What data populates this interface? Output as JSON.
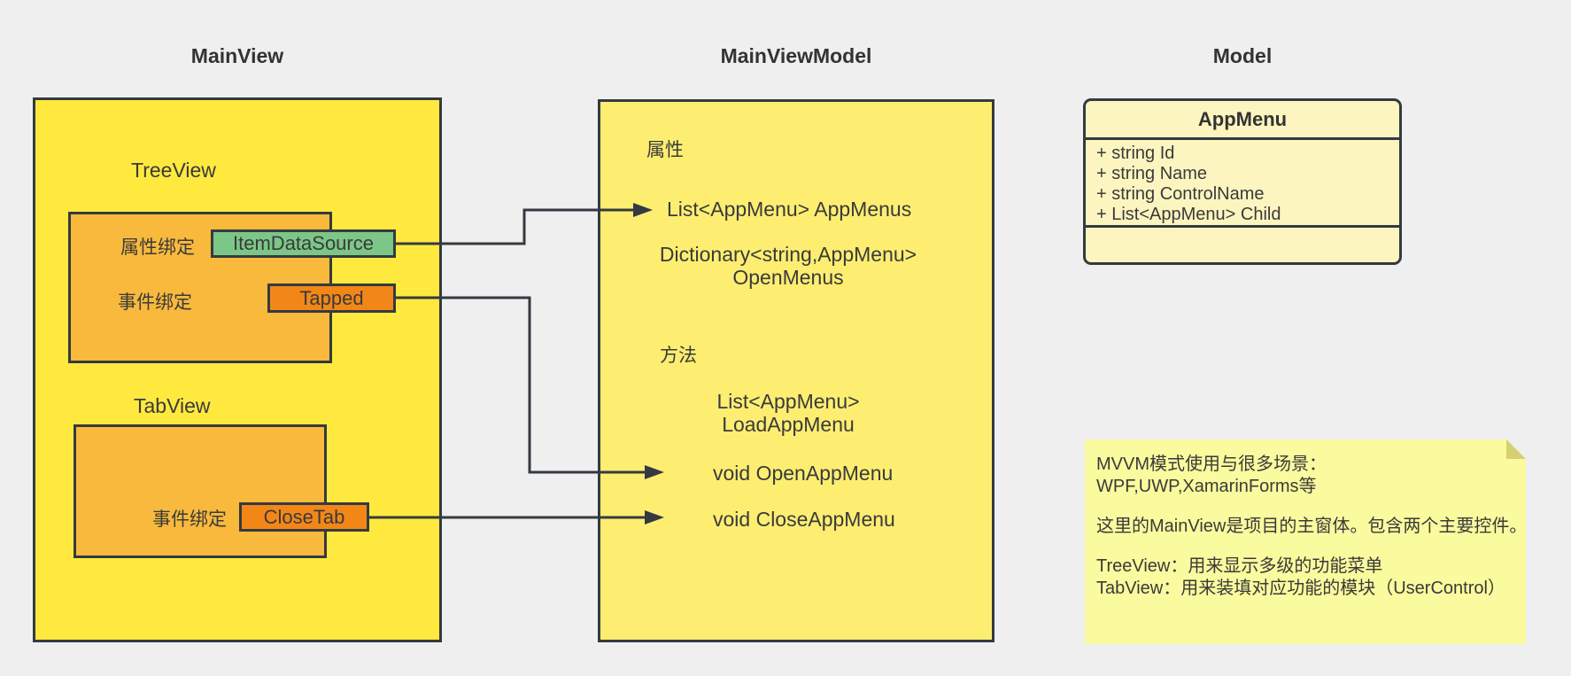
{
  "colors": {
    "background": "#EFEFEF",
    "stroke": "#343A40",
    "mainview_fill": "#FFE93F",
    "inner_fill": "#F8B93C",
    "viewmodel_fill": "#FDEE72",
    "model_fill": "#FCF5C0",
    "note_fill": "#FAFA9E",
    "note_fold": "#D6D072",
    "chip_green": "#7CC687",
    "chip_orange": "#F28718"
  },
  "mainview": {
    "title": "MainView",
    "treeview_label": "TreeView",
    "property_binding_label": "属性绑定",
    "property_binding_chip": "ItemDataSource",
    "event_binding_label": "事件绑定",
    "event_binding_chip": "Tapped",
    "tabview_label": "TabView",
    "tab_event_binding_label": "事件绑定",
    "tab_event_binding_chip": "CloseTab"
  },
  "viewmodel": {
    "title": "MainViewModel",
    "properties_header": "属性",
    "prop_appmenus": "List<AppMenu> AppMenus",
    "prop_openmenus_line1": "Dictionary<string,AppMenu>",
    "prop_openmenus_line2": "OpenMenus",
    "methods_header": "方法",
    "method_load_line1": "List<AppMenu>",
    "method_load_line2": "LoadAppMenu",
    "method_open": "void OpenAppMenu",
    "method_close": "void CloseAppMenu"
  },
  "model": {
    "title": "Model",
    "class_name": "AppMenu",
    "fields": [
      "+ string Id",
      "+ string Name",
      "+ string ControlName",
      "+ List<AppMenu> Child"
    ]
  },
  "note": {
    "lines": [
      "MVVM模式使用与很多场景：",
      "WPF,UWP,XamarinForms等",
      "",
      "这里的MainView是项目的主窗体。包含两个主要控件。",
      "",
      "TreeView：用来显示多级的功能菜单",
      "TabView：用来装填对应功能的模块（UserControl）"
    ]
  }
}
